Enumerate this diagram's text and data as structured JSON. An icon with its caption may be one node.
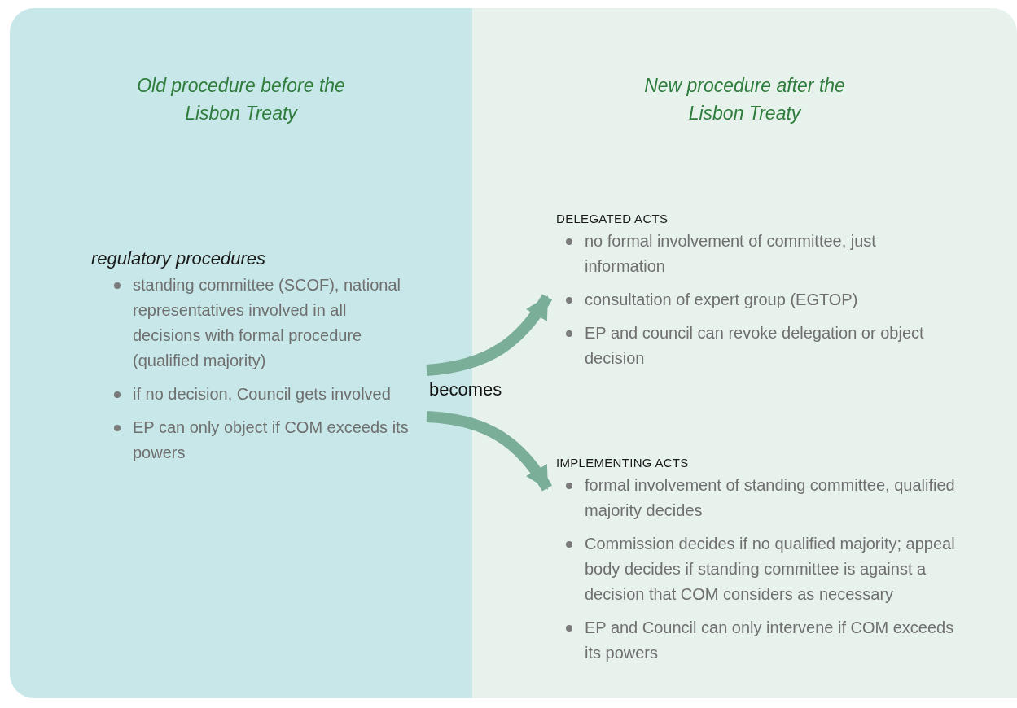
{
  "diagram": {
    "nodes": [
      {
        "text": [
          "Old procedure before the Lisbon Treaty"
        ]
      },
      {
        "text": [
          "New procedure after the Lisbon Treaty"
        ]
      },
      {
        "text": [
          "regulatory procedures",
          "standing committee (SCOF), national representatives involved in all decisions with formal procedure (qualified majority)",
          "if no decision, Council gets involved",
          "EP can only object if COM exceeds its powers"
        ],
        "in": 0
      },
      {
        "text": [
          "DELEGATED ACTS",
          "no formal involvement of committee, just information",
          "consultation of expert group (EGTOP)",
          "EP and council can revoke delegation or object decision"
        ],
        "in": 1
      },
      {
        "text": [
          "IMPLEMENTING ACTS",
          "formal involvement of standing committee, qualified majority decides",
          "Commission decides if no qualified majority; appeal body decides if standing committee is against a decision that COM considers as necessary",
          "EP and Council can only intervene if COM exceeds its powers"
        ],
        "in": 1
      }
    ],
    "edges": [
      {
        "from": 2,
        "to": 3,
        "arrow": "to"
      },
      {
        "from": 2,
        "to": 4,
        "arrow": "to"
      }
    ],
    "labels": [
      "becomes"
    ]
  }
}
